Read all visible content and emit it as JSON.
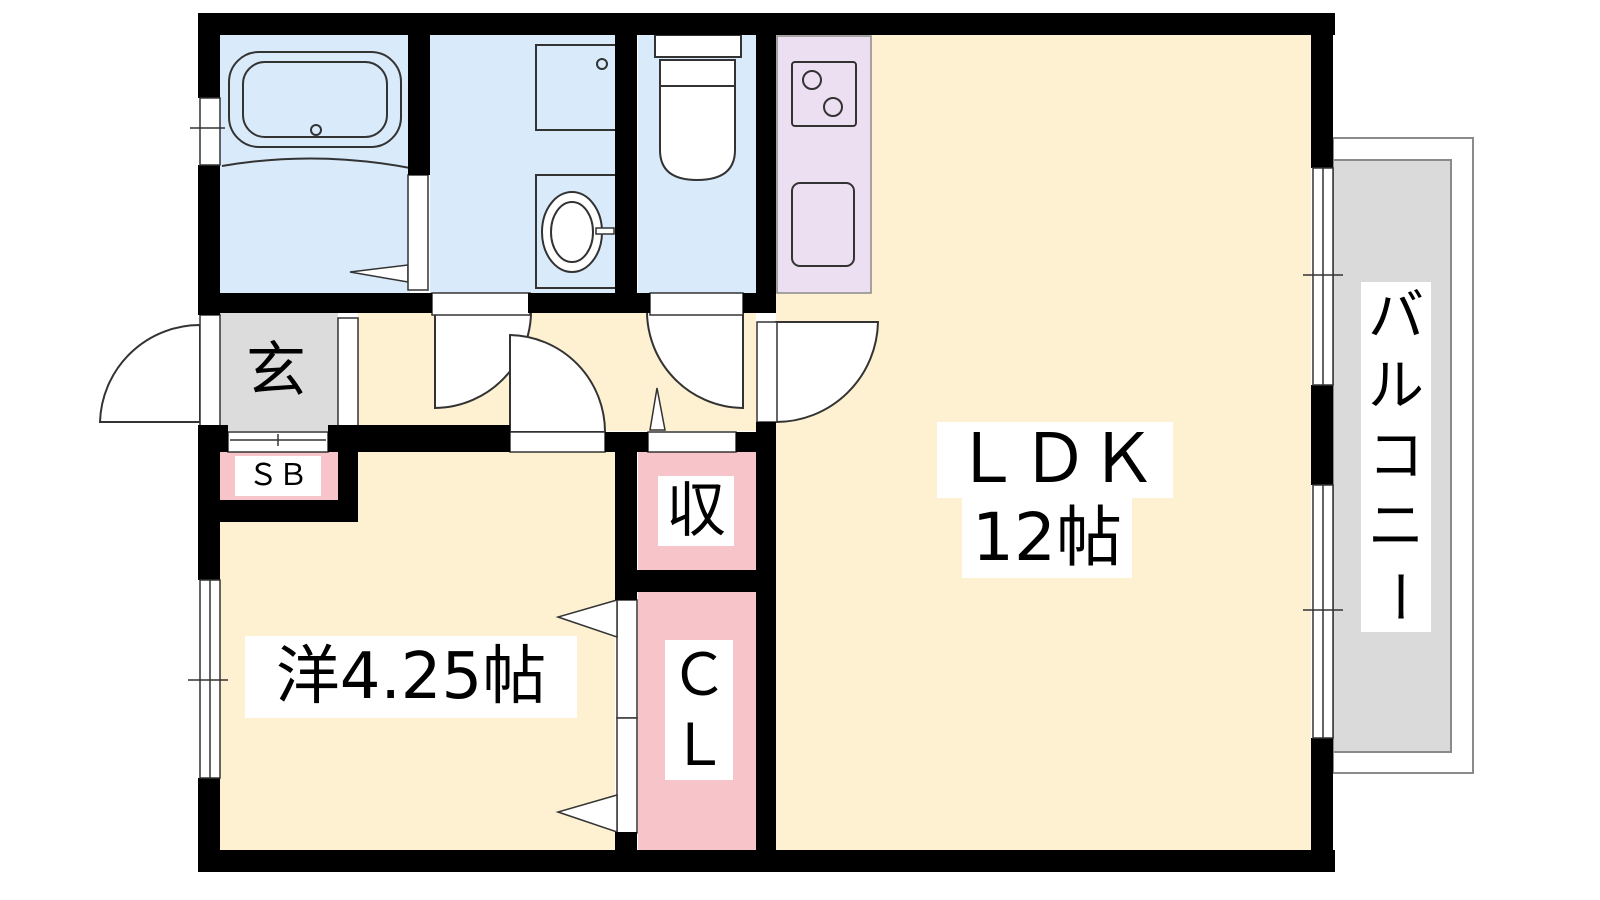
{
  "labels": {
    "genkan": "玄",
    "sb": "ＳＢ",
    "storage": "収",
    "closet_top": "Ｃ",
    "closet_bottom": "Ｌ",
    "ldk": "ＬＤＫ",
    "ldk_size": "12帖",
    "western_room": "洋4.25帖",
    "balcony": [
      "バ",
      "ル",
      "コ",
      "ニ",
      "ー"
    ]
  },
  "colors": {
    "wet_area": "#d9eafa",
    "living": "#fdf1d2",
    "kitchen": "#ecdff1",
    "storage": "#f7c5c9",
    "entrance": "#dcdcdc",
    "balcony": "#dadada",
    "wall": "#000000"
  }
}
